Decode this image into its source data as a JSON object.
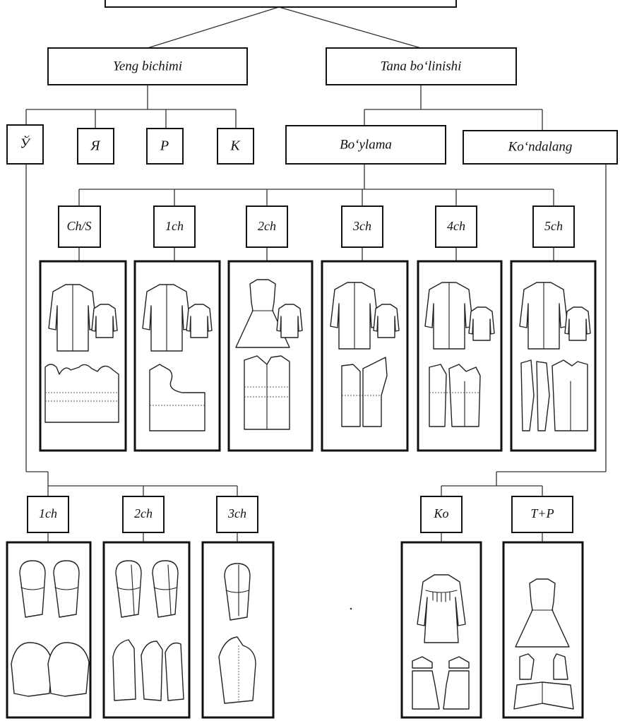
{
  "diagram": {
    "branches": {
      "sleeve": "Yeng bichimi",
      "body": "Tana bo‘linishi"
    },
    "sleeve_types": [
      "Ў",
      "Я",
      "P",
      "K"
    ],
    "body_types": {
      "longitudinal": "Bo‘ylama",
      "transverse": "Ko‘ndalang"
    },
    "seam_counts": [
      "Ch/S",
      "1ch",
      "2ch",
      "3ch",
      "4ch",
      "5ch"
    ],
    "sleeve_seams": [
      "1ch",
      "2ch",
      "3ch"
    ],
    "transverse_types": [
      "Ko",
      "T+P"
    ]
  }
}
